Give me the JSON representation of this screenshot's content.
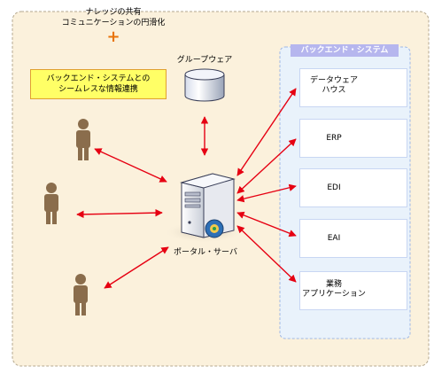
{
  "left_panel": {
    "title_line1": "ナレッジの共有",
    "title_line2": "コミュニケーションの円滑化",
    "plus_symbol": "+",
    "highlight_line1": "バックエンド・システムとの",
    "highlight_line2": "シームレスな情報連携",
    "groupware_label": "グループウェア",
    "portal_label": "ポータル・サーバ"
  },
  "backend": {
    "title": "バックエンド・システム",
    "systems": [
      {
        "line1": "データウェア",
        "line2": "ハウス"
      },
      {
        "line1": "ERP",
        "line2": ""
      },
      {
        "line1": "EDI",
        "line2": ""
      },
      {
        "line1": "EAI",
        "line2": ""
      },
      {
        "line1": "業務",
        "line2": "アプリケーション"
      }
    ]
  },
  "colors": {
    "panel_bg": "#fbf1dc",
    "backend_bg": "#e9f2fb",
    "backend_title_bg": "#b6b6ee",
    "arrow": "#e60012",
    "highlight_bg": "#ffff66",
    "plus": "#e8730a"
  },
  "icons": [
    "person-icon",
    "database-icon",
    "server-icon"
  ]
}
